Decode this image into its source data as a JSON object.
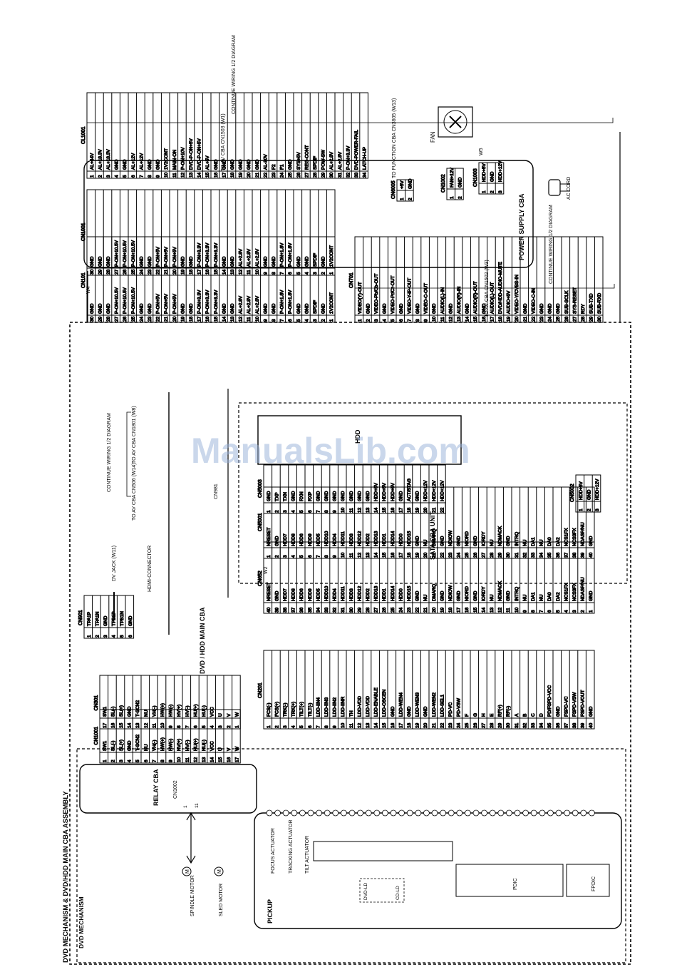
{
  "page": {
    "title": "DVD MECHANISM & DVD/HDD MAIN CBA ASSEMBLY",
    "watermark": "ManualsLib.com"
  },
  "labels": {
    "dvd_mechanism": "DVD MECHANISM",
    "dvd_hdd_main_cba": "DVD / HDD MAIN CBA",
    "power_supply_cba": "POWER SUPPLY CBA",
    "relay_cba": "RELAY CBA",
    "sata_cba_unit": "SATA CBA UNIT",
    "pickup": "PICKUP",
    "hdd": "HDD",
    "fan": "FAN",
    "ac_cord": "AC CORD",
    "dv_jack": "DV JACK (W11)",
    "hdmi_connector": "HDMI-CONNECTOR",
    "spindle_motor": "SPINDLE MOTOR",
    "sled_motor": "SLED MOTOR",
    "focus_actuator": "FOCUS ACTUATOR",
    "tracking_actuator": "TRACKING ACTUATOR",
    "tilt_actuator": "TILT ACTUATOR",
    "pdic": "PDIC",
    "fpdic": "FPDIC",
    "dvd_ld": "DVD-LD",
    "cd_ld": "CD-LD",
    "to_av_cba_cn1503": "TO AV CBA CN1503 (W1)",
    "to_function_cba": "TO FUNCTION CBA CN3605 (W13)",
    "to_av_cba_cn1502": "TO AV CBA CN1502 (W3)",
    "to_av_cba_cn1801": "TO AV CBA CN1801 (W8)",
    "to_av_cba_cn506": "TO AV CBA CN506 (W14)",
    "continue_wiring_1": "CONTINUE WIRING 1/2 DIAGRAM",
    "continue_wiring_2": "CONTINUE WIRING 1/2 DIAGRAM",
    "continue_wiring_3": "CONTINUE WIRING 1/2 DIAGRAM",
    "w2": "W2",
    "w4": "W4",
    "w5": "W5"
  },
  "connectors": {
    "cl1001": {
      "name": "CL1001",
      "pins": [
        "AL+44V",
        "AL+18.3V",
        "AL+18.3V",
        "GND",
        "GND",
        "AL+12V",
        "AL+12V",
        "GND",
        "GND",
        "1V2CONT",
        "MAIN-ON",
        "P-ON+10V",
        "DVD-P-ON+5V",
        "DVD-P-ON+5V",
        "AL+5V",
        "GND",
        "GND",
        "GND",
        "GND",
        "GND",
        "GND",
        "AL-30V",
        "F2",
        "F1",
        "GND",
        "SYS+5V",
        "REG-CONT",
        "SPDIF",
        "POW-SW",
        "AL+2.8V",
        "AL+2.8V",
        "P-ON+3.3V",
        "DVD-POWER-FAIL",
        "LATCH-UP"
      ]
    },
    "cn1001": {
      "name": "CN1001",
      "pins": [
        "GND",
        "GND",
        "GND",
        "P-ON+10.5V",
        "P-ON+10.5V",
        "P-ON+10.5V",
        "GND",
        "GND",
        "P-ON+5V",
        "P-ON+5V",
        "P-ON+5V",
        "GND",
        "GND",
        "P-ON+3.3V",
        "P-ON+3.3V",
        "P-ON+3.3V",
        "GND",
        "GND",
        "AL+2.8V",
        "AL+2.8V",
        "AL+2.8V",
        "GND",
        "GND",
        "P-ON+1.8V",
        "P-ON+1.8V",
        "GND",
        "GND",
        "SPDIF",
        "GND",
        "1V2CONT"
      ]
    },
    "cn101": {
      "name": "CN101",
      "pins": [
        "GND",
        "GND",
        "GND",
        "P-ON+10.5V",
        "P-ON+10.5V",
        "P-ON+10.5V",
        "GND",
        "GND",
        "P-ON+5V",
        "P-ON+5V",
        "P-ON+5V",
        "GND",
        "GND",
        "P-ON+3.3V",
        "P-ON+3.3V",
        "P-ON+3.3V",
        "GND",
        "GND",
        "AL+2.8V",
        "AL+2.8V",
        "AL+2.8V",
        "GND",
        "GND",
        "P-ON+1.8V",
        "P-ON+1.8V",
        "GND",
        "GND",
        "SPDIF",
        "GND",
        "1V2CONT"
      ]
    },
    "cn701": {
      "name": "CN701",
      "pins": [
        "VIDEO(Y)-OUT",
        "GND",
        "VIDEO-Pb/Cb-OUT",
        "GND",
        "VIDEO-Pr/Cr-OUT",
        "GND",
        "VIDEO-Y-IP-OUT",
        "GND",
        "VIDEO-C-OUT",
        "GND",
        "AUDIO(L)-IN",
        "GND",
        "AUDIO(R)-IN",
        "GND",
        "AUDIO(R)-OUT",
        "GND",
        "AUDIO(L)-OUT",
        "DVD/HDD-AUDIO-MUTE",
        "AUDIO+5V",
        "VIDEO-Y/CVBS-IN",
        "GND",
        "VIDEO-C-IN",
        "GND",
        "GND",
        "GND",
        "SUB-SCLK",
        "SYS-RESET",
        "RDY",
        "SUB-TXD",
        "SUB-RXD"
      ]
    },
    "cn6005": {
      "name": "CN6005",
      "pins": [
        "+5V",
        "GND"
      ]
    },
    "cn1002": {
      "name": "CN1002",
      "pins": [
        "FAN+12V",
        "GND"
      ]
    },
    "cn1003": {
      "name": "CN1003",
      "pins": [
        "HDD+5V",
        "GND",
        "HDD+12V"
      ]
    },
    "cn5003": {
      "name": "CN5003",
      "pins": [
        "GND",
        "TXP",
        "TXN",
        "GND",
        "RXN",
        "RXP",
        "GND",
        "GND",
        "GND",
        "GND",
        "GND",
        "GND",
        "GND",
        "HDD+5V",
        "HDD+5V",
        "HDD+5V",
        "GND",
        "ACT/STAG",
        "GND",
        "HDD+12V",
        "HDD+12V",
        "HDD+12V"
      ]
    },
    "cn5002": {
      "name": "CN5002",
      "pins": [
        "HDD+5V",
        "GND",
        "HDD+12V"
      ]
    },
    "cn5001": {
      "name": "CN5001",
      "pins": [
        "NRESET",
        "GND",
        "HDD7",
        "HDD8",
        "HDD6",
        "HDD9",
        "HDD5",
        "HDD10",
        "HDD4",
        "HDD11",
        "HDD3",
        "HDD12",
        "HDD2",
        "HDD13",
        "HDD1",
        "HDD14",
        "HDD0",
        "HDD15",
        "GND",
        "NU",
        "DMARQ",
        "GND",
        "NDIOW",
        "GND",
        "NIORD",
        "GND",
        "IORDY",
        "NU",
        "NDMACK",
        "GND",
        "INTRQ",
        "NU",
        "DA1",
        "NU",
        "DA0",
        "DA2",
        "NCS1FX",
        "NCS3FX",
        "NDASP/NU",
        "GND"
      ]
    },
    "cn652": {
      "name": "CN652",
      "pins": [
        "NRESET",
        "GND",
        "HDD7",
        "HDD8",
        "HDD6",
        "HDD9",
        "HDD5",
        "HDD10",
        "HDD4",
        "HDD11",
        "HDD3",
        "HDD12",
        "HDD2",
        "HDD13",
        "HDD1",
        "HDD14",
        "HDD0",
        "HDD15",
        "GND",
        "NU",
        "DMARQ",
        "GND",
        "NDIOW",
        "GND",
        "NIORD",
        "GND",
        "IORDY",
        "NU",
        "NDMACK",
        "GND",
        "INTRQ",
        "NU",
        "DA1",
        "NU",
        "DA0",
        "DA2",
        "NCS1FX",
        "NCS3FX",
        "NDASP/NU",
        "GND"
      ]
    },
    "cn201": {
      "name": "CN201",
      "pins": [
        "FCS(-)",
        "FCS(+)",
        "TRK(-)",
        "TRK(+)",
        "TILT(+)",
        "TILT(-)",
        "LDD-IIN4",
        "LDD-IIN3",
        "LDD-IIN2",
        "LDD-IINR",
        "TH",
        "LDD-VDD",
        "LDD-VDD",
        "LDD-ENABLE",
        "LDD-OSCEN",
        "GND",
        "LDD-WEN4",
        "GND",
        "LDD-WEN3",
        "GND",
        "LDD-WEN2",
        "LDD-SEL1",
        "PD-VC",
        "PD-VSW",
        "F",
        "G",
        "H",
        "E",
        "RF(+)",
        "RF(-)",
        "A",
        "B",
        "C",
        "D",
        "PD/FSPD-VCC",
        "GND",
        "FSPD-VC",
        "FSPD-VSW",
        "FSPD-VOUT",
        "GND"
      ]
    },
    "cn301": {
      "name": "CN301",
      "pins": [
        "SW1",
        "SL(-)",
        "SL(+)",
        "GND",
        "T-SCN2",
        "NU",
        "VH(-)",
        "HW(+)",
        "HW(-)",
        "HV(+)",
        "HV(-)",
        "HU(+)",
        "HU(-)",
        "VCC",
        "U",
        "V",
        "W"
      ]
    },
    "cn1001r": {
      "name": "CN1001",
      "pins": [
        "SW1",
        "SL(-)",
        "SL(+)",
        "GND",
        "T-SCN2",
        "NU",
        "VH(-)",
        "HW(+)",
        "HW(-)",
        "HV(+)",
        "HV(-)",
        "HU(+)",
        "HU(-)",
        "VCC",
        "U",
        "V",
        "W"
      ]
    },
    "cn901": {
      "name": "CN901",
      "pins": [
        "TPA1P",
        "TPA1N",
        "GND",
        "TPB1P",
        "TPB1N",
        "GND"
      ]
    },
    "cn1002r": {
      "name": "CN1002",
      "pins": [
        "1",
        "11"
      ]
    },
    "cn981": {
      "name": "CN981"
    }
  }
}
